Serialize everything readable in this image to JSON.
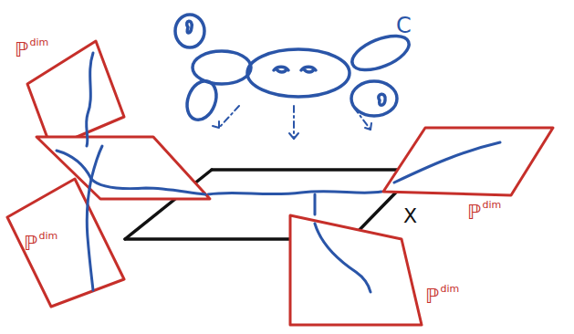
{
  "diagram": {
    "labels": [
      "C",
      "X",
      "ℙ",
      "dim",
      "ℙ",
      "dim",
      "ℙ",
      "dim",
      "ℙ",
      "dim"
    ]
  }
}
